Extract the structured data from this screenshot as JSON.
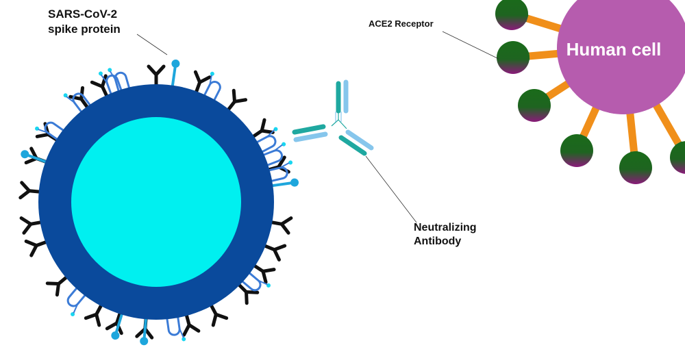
{
  "labels": {
    "spike_line1": "SARS-CoV-2",
    "spike_line2": "spike protein",
    "ace2": "ACE2 Receptor",
    "antibody_line1": "Neutralizing",
    "antibody_line2": "Antibody",
    "human_cell": "Human cell"
  },
  "colors": {
    "background": "#ffffff",
    "virus_outer": "#0a4a9c",
    "virus_inner": "#00f0f0",
    "spike": "#111111",
    "loop": "#3b7bd6",
    "loop_tip": "#19d6f0",
    "stalk": "#1ea6dc",
    "antibody_teal": "#1fa8a0",
    "antibody_light": "#86c6ec",
    "cell": "#b65cae",
    "cell_text": "#ffffff",
    "receptor_orange": "#f08f1a",
    "receptor_green": "#1a6b1a",
    "receptor_purple": "#8a1a7a",
    "leader": "#333333"
  },
  "icons": [
    "virus-particle",
    "y-spike",
    "loop-protein",
    "lollipop-protein",
    "antibody",
    "ace2-receptor",
    "human-cell"
  ]
}
